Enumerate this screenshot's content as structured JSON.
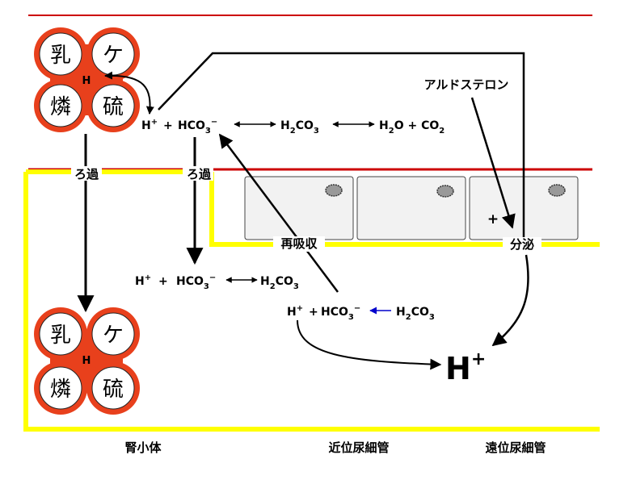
{
  "complex": {
    "nw": "乳",
    "ne": "ケ",
    "sw": "燐",
    "se": "硫",
    "center": "H"
  },
  "equations": {
    "top": {
      "h": "H",
      "h_sup": "+",
      "plus": "+",
      "hco3": "HCO",
      "hco3_sub": "3",
      "hco3_sup": "−",
      "h2co3_h": "H",
      "h2co3_sub": "2",
      "h2co3_rest": "CO",
      "h2co3_sub2": "3",
      "h2o_h": "H",
      "h2o_sub": "2",
      "h2o_rest": "O + CO",
      "co2_sub": "2"
    },
    "middle": {
      "h": "H",
      "h_sup": "+",
      "plus": "+",
      "hco3": "HCO",
      "hco3_sub": "3",
      "hco3_sup": "−",
      "h2co3_h": "H",
      "h2co3_sub": "2",
      "h2co3_rest": "CO",
      "h2co3_sub2": "3"
    },
    "lower": {
      "h": "H",
      "h_sup": "+",
      "plus": "+",
      "hco3": "HCO",
      "hco3_sub": "3",
      "hco3_sup": "−",
      "h2co3_h": "H",
      "h2co3_sub": "2",
      "h2co3_rest": "CO",
      "h2co3_sub2": "3"
    }
  },
  "labels": {
    "filtration_left": "ろ過",
    "filtration_mid": "ろ過",
    "reabsorption": "再吸収",
    "secretion": "分泌",
    "aldosterone": "アルドステロン",
    "plus_sign": "+",
    "big_h": "H",
    "big_h_sup": "+"
  },
  "footer": {
    "glomerulus": "腎小体",
    "proximal": "近位尿細管",
    "distal": "遠位尿細管"
  },
  "colors": {
    "red_line": "#cc0000",
    "yellow": "#ffff00",
    "complex_fill": "#e8401c",
    "blue_arrow": "#0000cc"
  }
}
